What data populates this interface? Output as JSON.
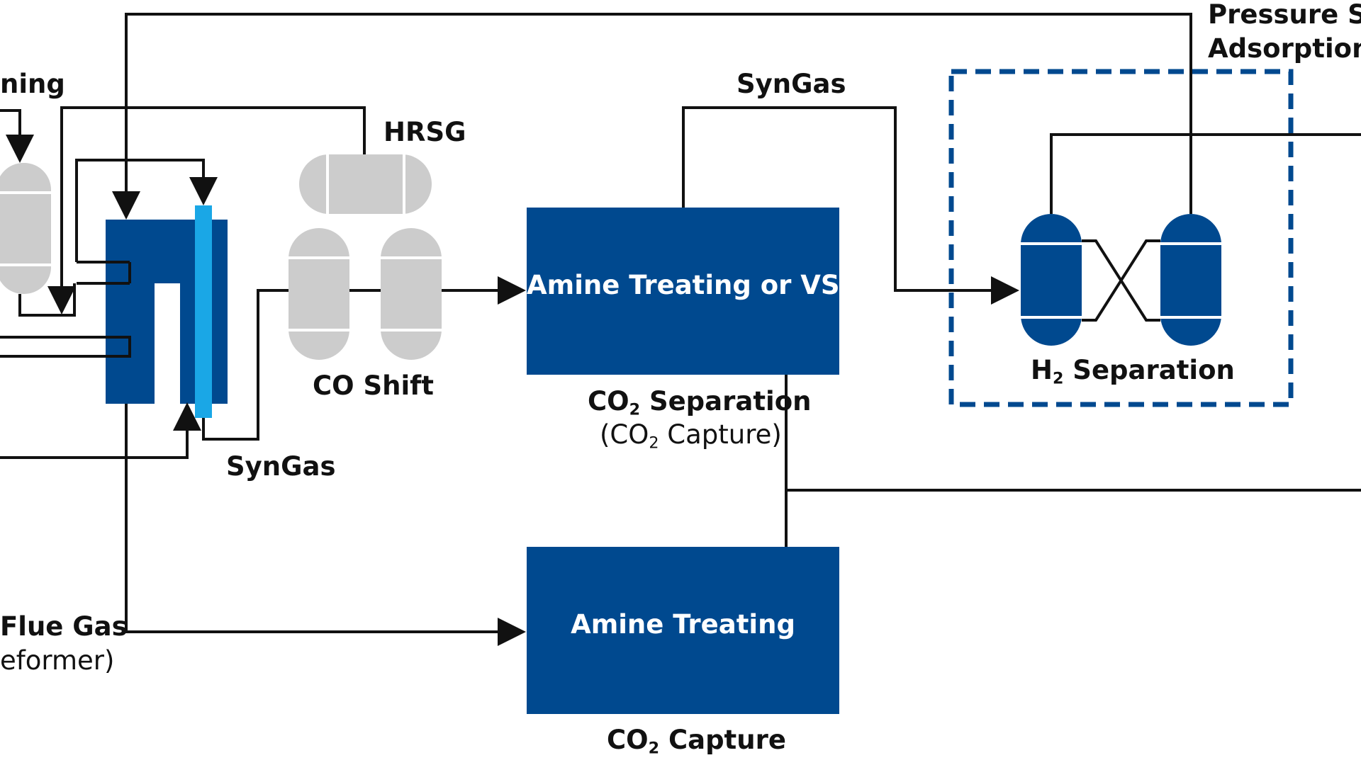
{
  "labels": {
    "pressure_swing_line1": "Pressure Sw",
    "pressure_swing_line2": "Adsorption (",
    "steam_reforming_fragment": "ning",
    "hrsg": "HRSG",
    "co_shift": "CO Shift",
    "syngas_top": "SynGas",
    "syngas_bottom": "SynGas",
    "flue_gas": "Flue Gas",
    "reformer_fragment": "eformer)",
    "co2_separation_main": "CO",
    "co2_separation_sub": "2",
    "co2_separation_rest": " Separation",
    "co2_capture_paren_open": "(CO",
    "co2_capture_paren_sub": "2",
    "co2_capture_paren_rest": " Capture)",
    "h2_sep_main": "H",
    "h2_sep_sub": "2",
    "h2_sep_rest": " Separation",
    "co2_capture_main": "CO",
    "co2_capture_sub": "2",
    "co2_capture_rest": " Capture"
  },
  "boxes": {
    "amine_vsa": "Amine Treating or VSA",
    "amine_treating": "Amine Treating"
  },
  "colors": {
    "navy": "#00498f",
    "light_blue": "#1aa7e6",
    "gray_vessel": "#cccccc",
    "line": "#111111"
  }
}
